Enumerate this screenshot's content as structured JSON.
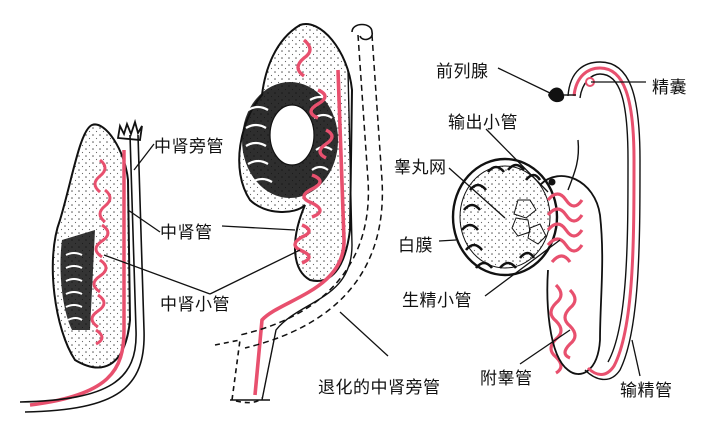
{
  "labels": {
    "mesonephric_duct_paramesonephric": "中肾旁管",
    "mesonephric_duct": "中肾管",
    "mesonephric_tubules": "中肾小管",
    "degenerated_paramesonephric": "退化的中肾旁管",
    "prostate": "前列腺",
    "efferent_ductules": "输出小管",
    "seminal_vesicle": "精囊",
    "rete_testis": "睾丸网",
    "tunica_albuginea": "白膜",
    "seminiferous_tubules": "生精小管",
    "epididymal_duct": "附睾管",
    "vas_deferens": "输精管"
  },
  "colors": {
    "duct": "#e8506e",
    "ink": "#111111",
    "stipple": "#555555"
  }
}
